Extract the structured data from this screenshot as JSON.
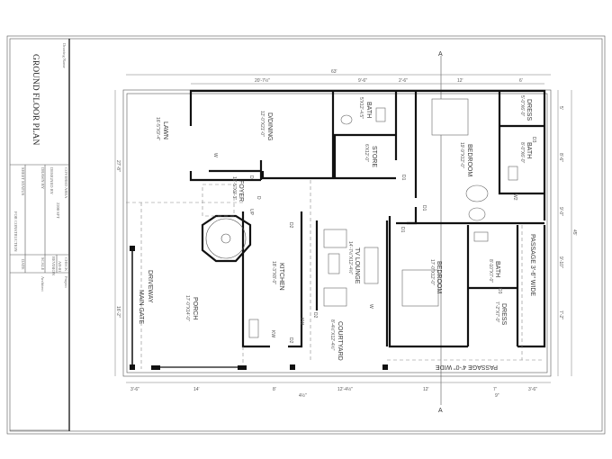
{
  "title_block": {
    "drawing_name_label": "Drawing Name",
    "drawing_name": "GROUND FLOOR PLAN",
    "covered_area_label": "COVERED AREA",
    "covered_area": "2200 SFT",
    "designed_by_label": "DESIGNED BY",
    "drawn_by_label": "DRAWN BY",
    "sheet_status_label": "SHEET STATUS",
    "sheet_status": "FOR CONSTRUCTION",
    "check_label": "CHECK",
    "sheet_no": "AR-01",
    "revision_label": "REVISION",
    "scale_label": "SCALE",
    "date_label": "DATE",
    "project_label": "Project",
    "architect_label": "Architect"
  },
  "section_marker": "A",
  "rooms": {
    "lawn": {
      "name": "LAWN",
      "size": "16'-5\"X9'-4\""
    },
    "dining": {
      "name": "D/DINING",
      "size": "12'-0\"X21'-0\""
    },
    "bath1": {
      "name": "BATH",
      "size": "5'X12'-4.5\""
    },
    "store": {
      "name": "STORE",
      "size": "6'X12'-0\""
    },
    "bedroom1": {
      "name": "BEDROOM",
      "size": "19'-9\"X12'-0\""
    },
    "dress1": {
      "name": "DRESS",
      "size": "5'-0\"X6'-0\""
    },
    "bath2": {
      "name": "BATH",
      "size": "8'-0\"X6'-0\""
    },
    "foyer": {
      "name": "FOYER",
      "size": "12'-5\"X9'-3\""
    },
    "kitchen": {
      "name": "KITCHEN",
      "size": "18'-3\"X8'-0\""
    },
    "tv_lounge": {
      "name": "TV LOUNGE",
      "size": "14'-7½\"X12'-4½\""
    },
    "courtyard": {
      "name": "COURTYARD",
      "size": "8'-4½\"X12'-4½\""
    },
    "bedroom2": {
      "name": "BEDROOM",
      "size": "17'-0\"X12'-0\""
    },
    "bath3": {
      "name": "BATH",
      "size": "8'-10\"X7'-0\""
    },
    "dress2": {
      "name": "DRESS",
      "size": "7'-2\"X7'-0\""
    },
    "porch": {
      "name": "PORCH",
      "size": "17'-0\"X14'-0\""
    },
    "driveway": {
      "name": "DRIVEWAY"
    },
    "main_gate": {
      "name": "MAIN GATE"
    },
    "passage_side": {
      "name": "PASSAGE 3'-6\" WIDE"
    },
    "passage_back": {
      "name": "PASSAGE 4'-0\" WIDE"
    }
  },
  "tags": {
    "d": "D",
    "d1": "D1",
    "d2": "D2",
    "d3": "D3",
    "w": "W",
    "w2": "W2",
    "kw": "KW",
    "up": "UP"
  },
  "dimensions": {
    "top_overall": "63'",
    "top": [
      "20'-7½\"",
      "9'-6\"",
      "2'-6\"",
      "12'",
      "6'"
    ],
    "bottom": [
      "3'-6\"",
      "14'",
      "8'",
      "12'-4½\"",
      "12'",
      "7'",
      "3'-6\""
    ],
    "left_overall": "27'-8\"",
    "left_lower": "16'-2\"",
    "right_overall": "45'",
    "right": [
      "5'",
      "8'-6\"",
      "9'-0\"",
      "9'-10\"",
      "7'-2\""
    ],
    "levels": [
      "4½\"",
      "9\""
    ]
  }
}
